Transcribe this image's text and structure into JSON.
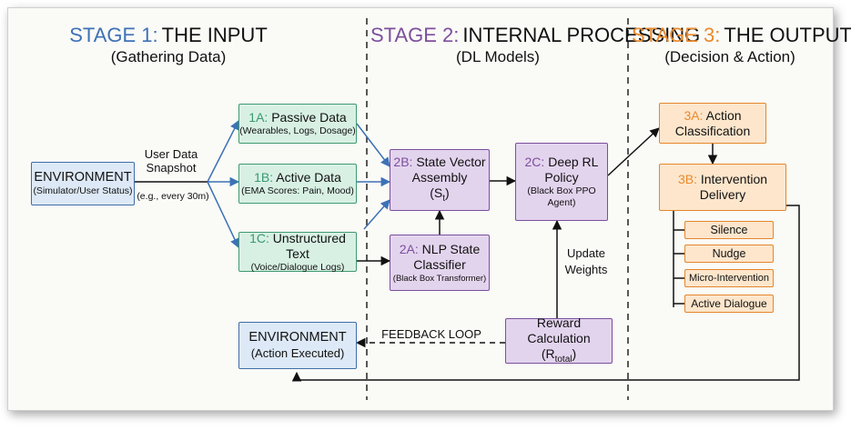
{
  "stages": [
    {
      "num": "STAGE 1:",
      "title": "THE INPUT",
      "subtitle": "(Gathering Data)",
      "color": "#3d71b6"
    },
    {
      "num": "STAGE 2:",
      "title": "INTERNAL PROCESSING",
      "subtitle": "(DL Models)",
      "color": "#7d4f9d"
    },
    {
      "num": "STAGE 3:",
      "title": "THE OUTPUT",
      "subtitle": "(Decision & Action)",
      "color": "#e98a2c"
    }
  ],
  "environment_in": {
    "title": "ENVIRONMENT",
    "sub": "(Simulator/User Status)"
  },
  "snapshot": {
    "line1": "User Data",
    "line2": "Snapshot",
    "note": "(e.g., every 30m)"
  },
  "box_1a": {
    "id": "1A:",
    "title": "Passive Data",
    "sub": "(Wearables, Logs, Dosage)"
  },
  "box_1b": {
    "id": "1B:",
    "title": "Active Data",
    "sub": "(EMA Scores: Pain, Mood)"
  },
  "box_1c": {
    "id": "1C:",
    "title": "Unstructured Text",
    "sub": "(Voice/Dialogue Logs)"
  },
  "box_2b": {
    "id": "2B:",
    "title1": "State Vector",
    "title2": "Assembly",
    "symbol": "(S",
    "symbol_sub": "t",
    "symbol_close": ")"
  },
  "box_2a": {
    "id": "2A:",
    "title1": "NLP State",
    "title2": "Classifier",
    "sub": "(Black Box Transformer)"
  },
  "box_2c": {
    "id": "2C:",
    "title1": "Deep RL",
    "title2": "Policy",
    "sub1": "(Black Box PPO",
    "sub2": "Agent)"
  },
  "update_weights": {
    "line1": "Update",
    "line2": "Weights"
  },
  "reward": {
    "title": "Reward Calculation",
    "symbol": "(R",
    "symbol_sub": "total",
    "symbol_close": ")"
  },
  "feedback": "FEEDBACK LOOP",
  "environment_out": {
    "title": "ENVIRONMENT",
    "sub": "(Action Executed)"
  },
  "box_3a": {
    "id": "3A:",
    "title1": "Action",
    "title2": "Classification"
  },
  "box_3b": {
    "id": "3B:",
    "title1": "Intervention",
    "title2": "Delivery"
  },
  "interventions": [
    "Silence",
    "Nudge",
    "Micro-Intervention",
    "Active Dialogue"
  ]
}
